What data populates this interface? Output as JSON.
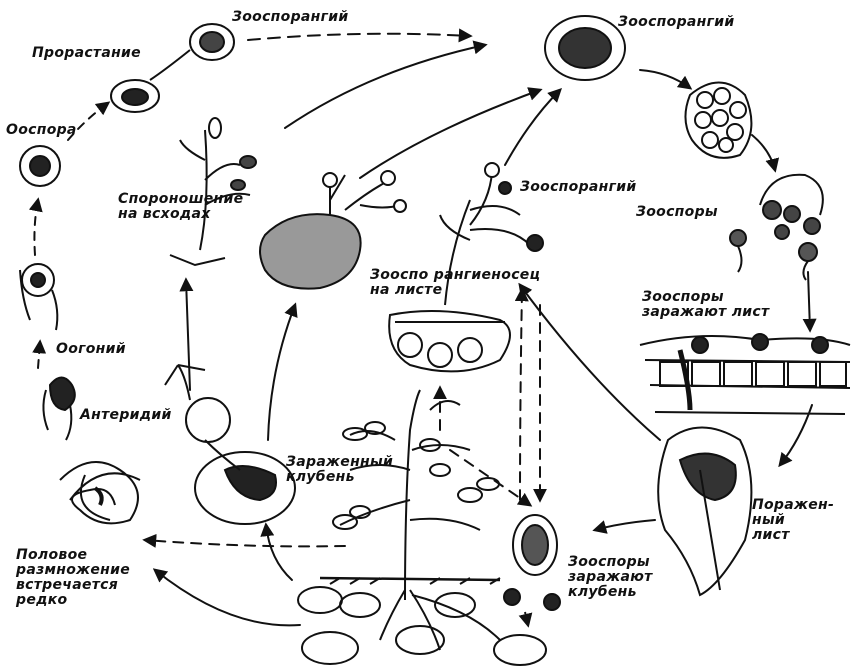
{
  "diagram": {
    "labels": {
      "zoosporangium_top": "Зооспорангий",
      "zoosporangium_right": "Зооспорангий",
      "zoosporangium_center": "Зооспорангий",
      "germination": "Прорастание",
      "oospore": "Ооспора",
      "sporulation_on_shoots": "Спороношение\nна всходах",
      "zoospores": "Зооспоры",
      "zoosporangiophore_on_leaf": "Зооспо рангиеносец\nна листе",
      "zoospores_infect_leaf": "Зооспоры\nзаражают лист",
      "oogonium": "Оогоний",
      "antheridium": "Антеридий",
      "infected_tuber": "Зараженный\nклубень",
      "affected_leaf": "Поражен-\nный\nлист",
      "zoospores_infect_tuber": "Зооспоры\nзаражают\nклубень",
      "sexual_reproduction": "Половое\nразмножение\nвстречается\nредко"
    }
  }
}
